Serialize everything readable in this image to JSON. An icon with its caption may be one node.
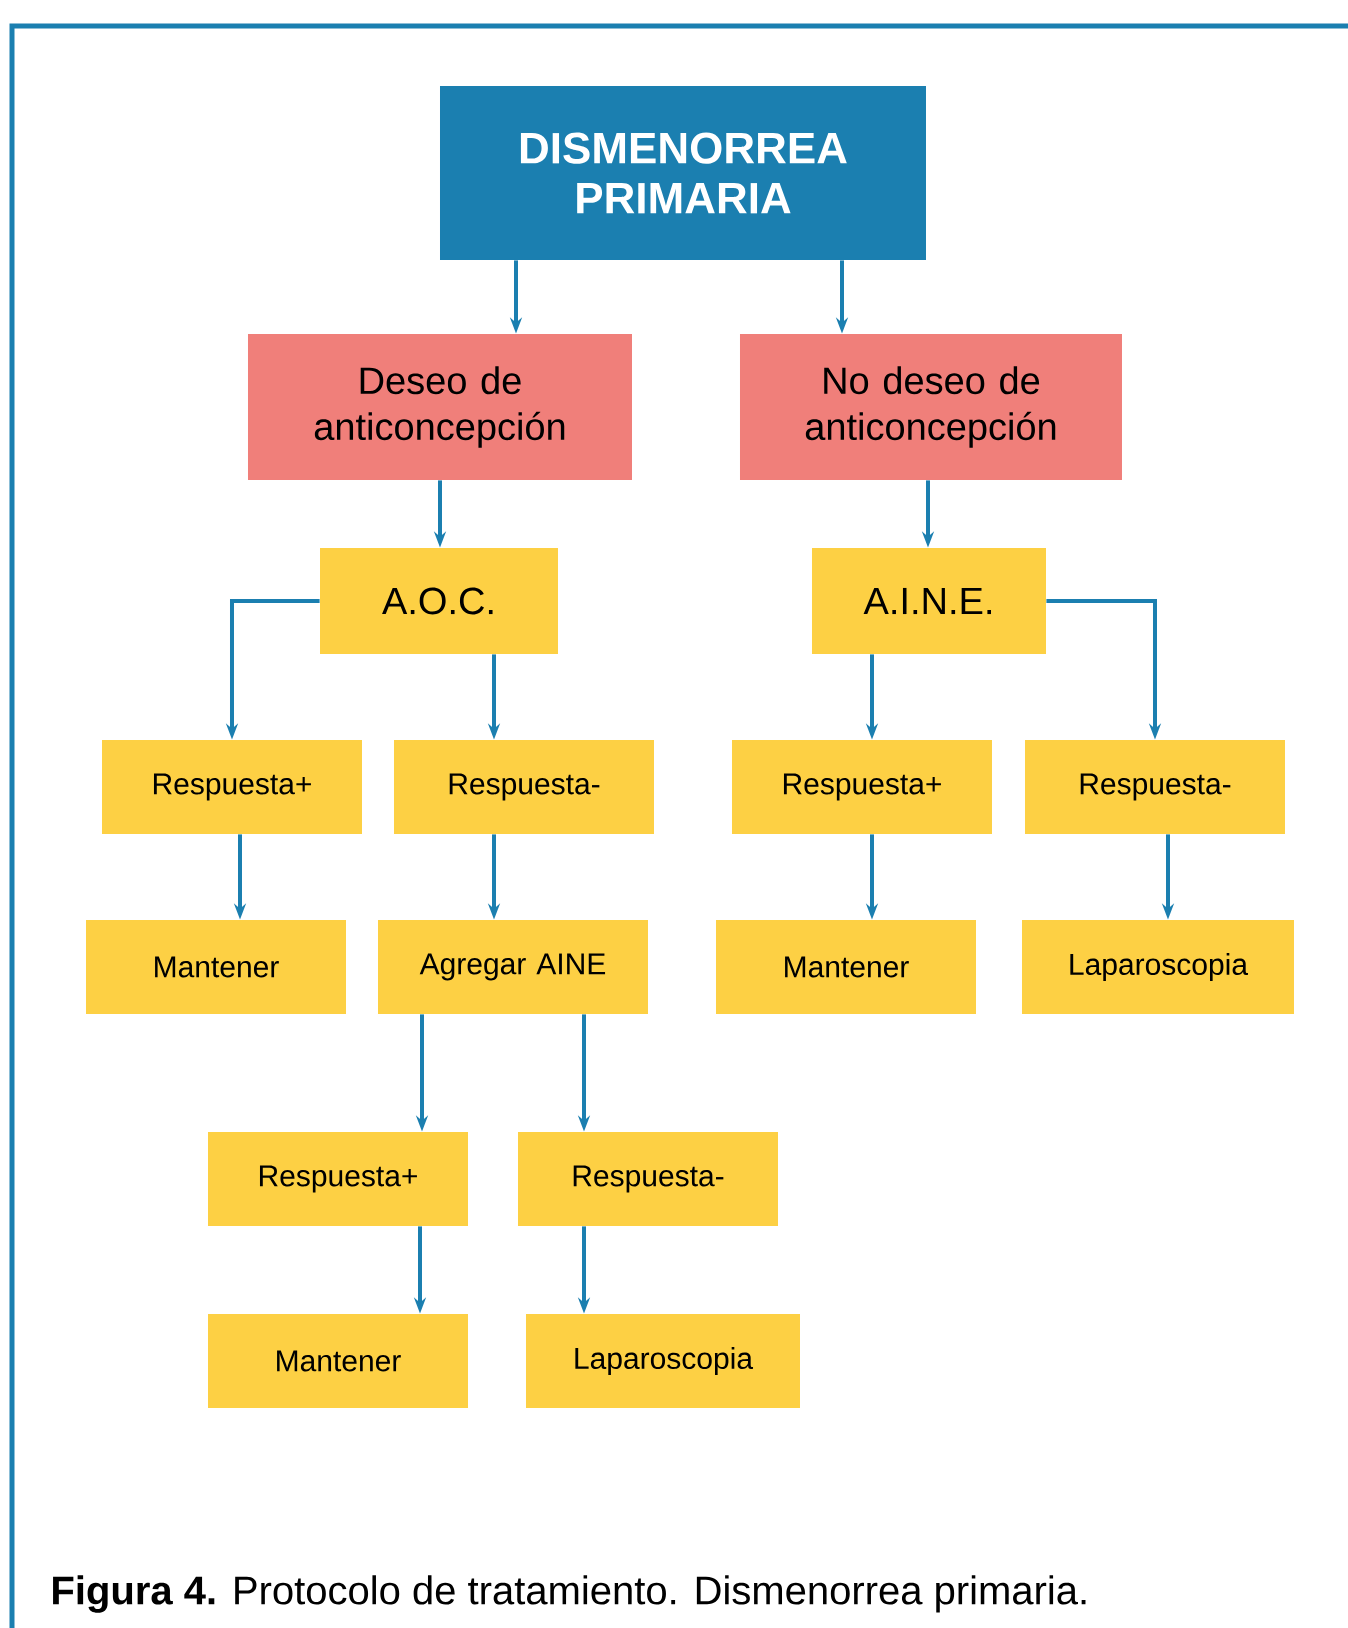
{
  "diagram": {
    "caption": "**Figura 4.** Protocolo de tratamiento. Dismenorrea primaria.",
    "nodes": [
      {
        "text": [
          "DISMENORREA PRIMARIA"
        ]
      },
      {
        "text": [
          "Deseo de anticoncepción"
        ]
      },
      {
        "text": [
          "No deseo de anticoncepción"
        ]
      },
      {
        "text": [
          "A.O.C."
        ]
      },
      {
        "text": [
          "A.I.N.E."
        ]
      },
      {
        "text": [
          "Respuesta+"
        ]
      },
      {
        "text": [
          "Respuesta-"
        ]
      },
      {
        "text": [
          "Respuesta+"
        ]
      },
      {
        "text": [
          "Respuesta-"
        ]
      },
      {
        "text": [
          "Mantener"
        ]
      },
      {
        "text": [
          "Agregar AINE"
        ]
      },
      {
        "text": [
          "Mantener"
        ]
      },
      {
        "text": [
          "Laparoscopia"
        ]
      },
      {
        "text": [
          "Respuesta+"
        ]
      },
      {
        "text": [
          "Respuesta-"
        ]
      },
      {
        "text": [
          "Mantener"
        ]
      },
      {
        "text": [
          "Laparoscopia"
        ]
      }
    ],
    "edges": [
      {
        "from": 0,
        "to": 1,
        "arrow": "to"
      },
      {
        "from": 0,
        "to": 2,
        "arrow": "to"
      },
      {
        "from": 1,
        "to": 3,
        "arrow": "to"
      },
      {
        "from": 2,
        "to": 4,
        "arrow": "to"
      },
      {
        "from": 3,
        "to": 5,
        "arrow": "to"
      },
      {
        "from": 3,
        "to": 6,
        "arrow": "to"
      },
      {
        "from": 4,
        "to": 7,
        "arrow": "to"
      },
      {
        "from": 4,
        "to": 8,
        "arrow": "to"
      },
      {
        "from": 5,
        "to": 9,
        "arrow": "to"
      },
      {
        "from": 6,
        "to": 10,
        "arrow": "to"
      },
      {
        "from": 7,
        "to": 11,
        "arrow": "to"
      },
      {
        "from": 8,
        "to": 12,
        "arrow": "to"
      },
      {
        "from": 10,
        "to": 13,
        "arrow": "to"
      },
      {
        "from": 10,
        "to": 14,
        "arrow": "to"
      },
      {
        "from": 13,
        "to": 15,
        "arrow": "to"
      },
      {
        "from": 14,
        "to": 16,
        "arrow": "to"
      }
    ]
  }
}
